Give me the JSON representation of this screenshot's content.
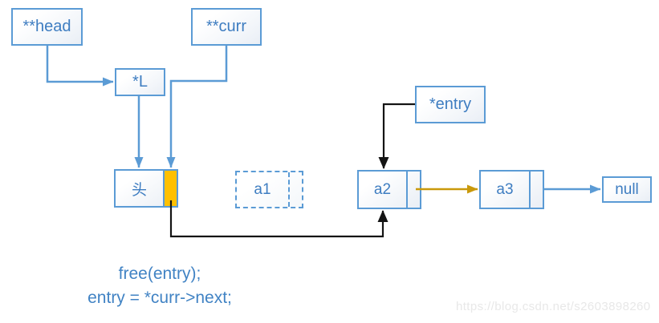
{
  "pointers": {
    "head": "**head",
    "curr": "**curr",
    "l": "*L",
    "entry": "*entry"
  },
  "nodes": {
    "head_node": {
      "label": "头",
      "highlight": "next-field-highlighted-orange"
    },
    "a1": {
      "label": "a1",
      "style": "dashed (freed node)"
    },
    "a2": {
      "label": "a2"
    },
    "a3": {
      "label": "a3"
    },
    "null_node": {
      "label": "null"
    }
  },
  "connections": [
    {
      "from": "**head",
      "to": "*L",
      "color": "blue"
    },
    {
      "from": "*L",
      "to": "head-node",
      "color": "blue"
    },
    {
      "from": "**curr",
      "to": "head-node-next-field",
      "color": "blue"
    },
    {
      "from": "*entry",
      "to": "a2-top",
      "color": "black"
    },
    {
      "from": "head-node-next-field",
      "to": "a2-bottom",
      "color": "black"
    },
    {
      "from": "a2-next",
      "to": "a3",
      "color": "gold"
    },
    {
      "from": "a3-next",
      "to": "null",
      "color": "blue"
    }
  ],
  "code": {
    "line1": "free(entry);",
    "line2": "entry = *curr->next;"
  },
  "watermark": "https://blog.csdn.net/s2603898260",
  "colors": {
    "line_blue": "#5B9BD5",
    "text_blue": "#3E7DC1",
    "code_blue": "#4183C4",
    "highlight_orange": "#FFC000",
    "arrow_gold": "#C9990B",
    "arrow_black": "#141414",
    "watermark_gray": "#e8e8e8"
  }
}
